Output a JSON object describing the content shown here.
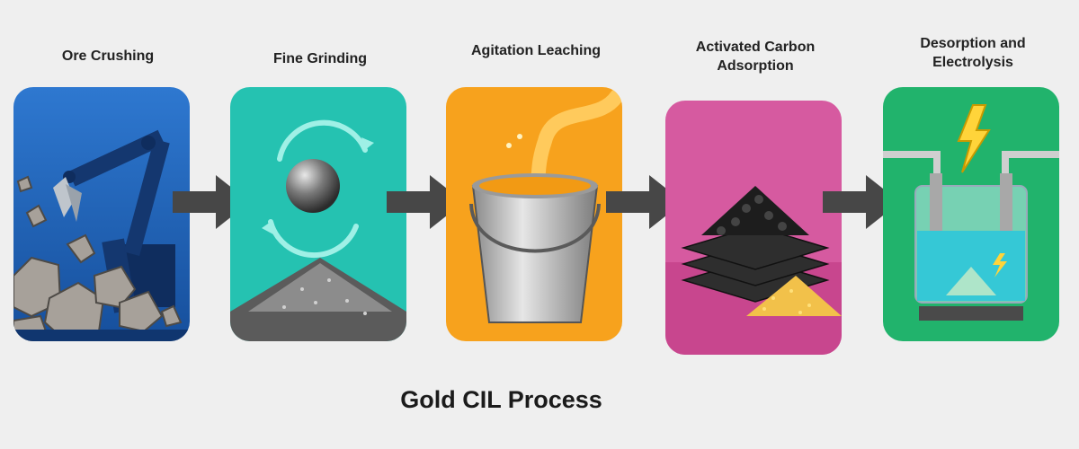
{
  "stages": [
    {
      "label": "Ore Crushing",
      "color": "#1f63b8"
    },
    {
      "label": "Fine Grinding",
      "color": "#25c2b1"
    },
    {
      "label": "Agitation Leaching",
      "color": "#f7a21d"
    },
    {
      "label": "Activated Carbon\nAdsorption",
      "color": "#d65aa0"
    },
    {
      "label": "Desorption and\nElectrolysis",
      "color": "#21b36c"
    }
  ],
  "arrow_color": "#474747",
  "caption": "Gold CIL Process"
}
